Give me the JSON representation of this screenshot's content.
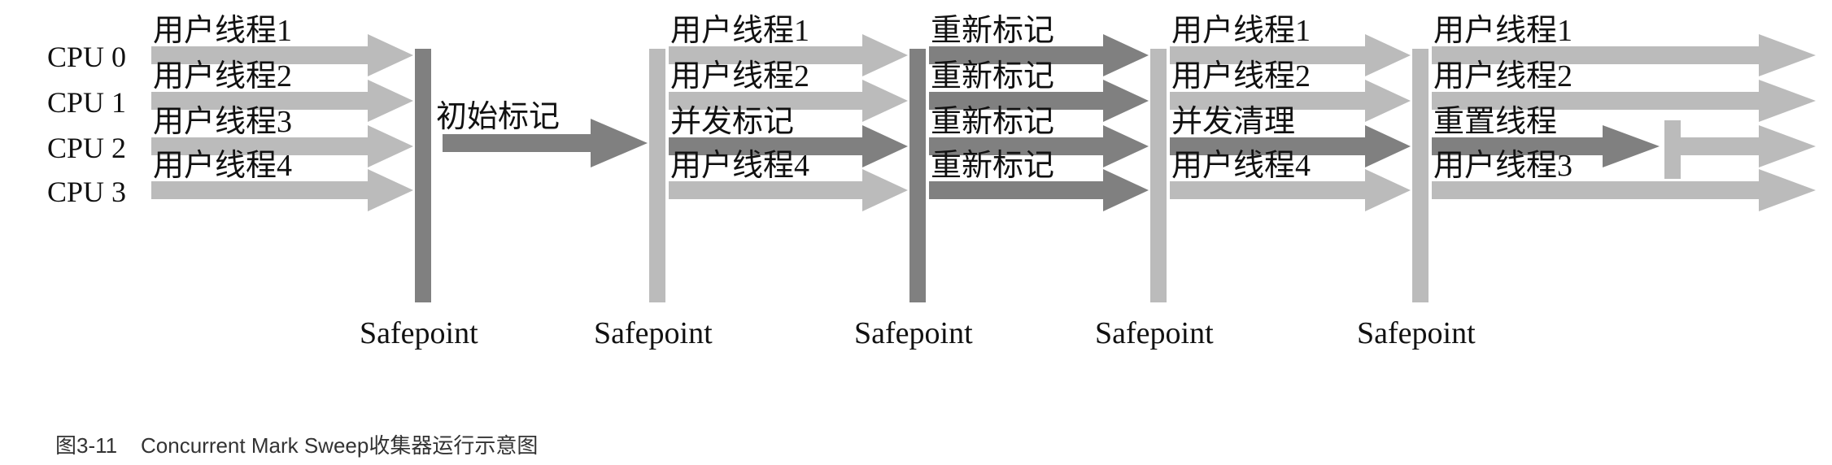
{
  "colors": {
    "light": "#bbbbbb",
    "dark": "#808080",
    "text": "#111111",
    "caption": "#333333"
  },
  "cpu_labels": [
    "CPU 0",
    "CPU 1",
    "CPU 2",
    "CPU 3"
  ],
  "safepoint_label": "Safepoint",
  "phases": [
    {
      "name": "phase-1",
      "rows": [
        {
          "label": "用户线程1",
          "style": "light"
        },
        {
          "label": "用户线程2",
          "style": "light"
        },
        {
          "label": "用户线程3",
          "style": "light"
        },
        {
          "label": "用户线程4",
          "style": "light"
        }
      ]
    },
    {
      "name": "phase-2",
      "single_label": "初始标记",
      "style": "dark"
    },
    {
      "name": "phase-3",
      "rows": [
        {
          "label": "用户线程1",
          "style": "light"
        },
        {
          "label": "用户线程2",
          "style": "light"
        },
        {
          "label": "并发标记",
          "style": "dark"
        },
        {
          "label": "用户线程4",
          "style": "light"
        }
      ]
    },
    {
      "name": "phase-4",
      "rows": [
        {
          "label": "重新标记",
          "style": "dark"
        },
        {
          "label": "重新标记",
          "style": "dark"
        },
        {
          "label": "重新标记",
          "style": "dark"
        },
        {
          "label": "重新标记",
          "style": "dark"
        }
      ]
    },
    {
      "name": "phase-5",
      "rows": [
        {
          "label": "用户线程1",
          "style": "light"
        },
        {
          "label": "用户线程2",
          "style": "light"
        },
        {
          "label": "并发清理",
          "style": "dark"
        },
        {
          "label": "用户线程4",
          "style": "light"
        }
      ]
    },
    {
      "name": "phase-6",
      "rows": [
        {
          "label": "用户线程1",
          "style": "light"
        },
        {
          "label": "用户线程2",
          "style": "light"
        },
        {
          "label": "重置线程",
          "style": "dark"
        },
        {
          "label": "用户线程3",
          "style": "light"
        }
      ]
    }
  ],
  "caption": "图3-11    Concurrent Mark Sweep收集器运行示意图"
}
